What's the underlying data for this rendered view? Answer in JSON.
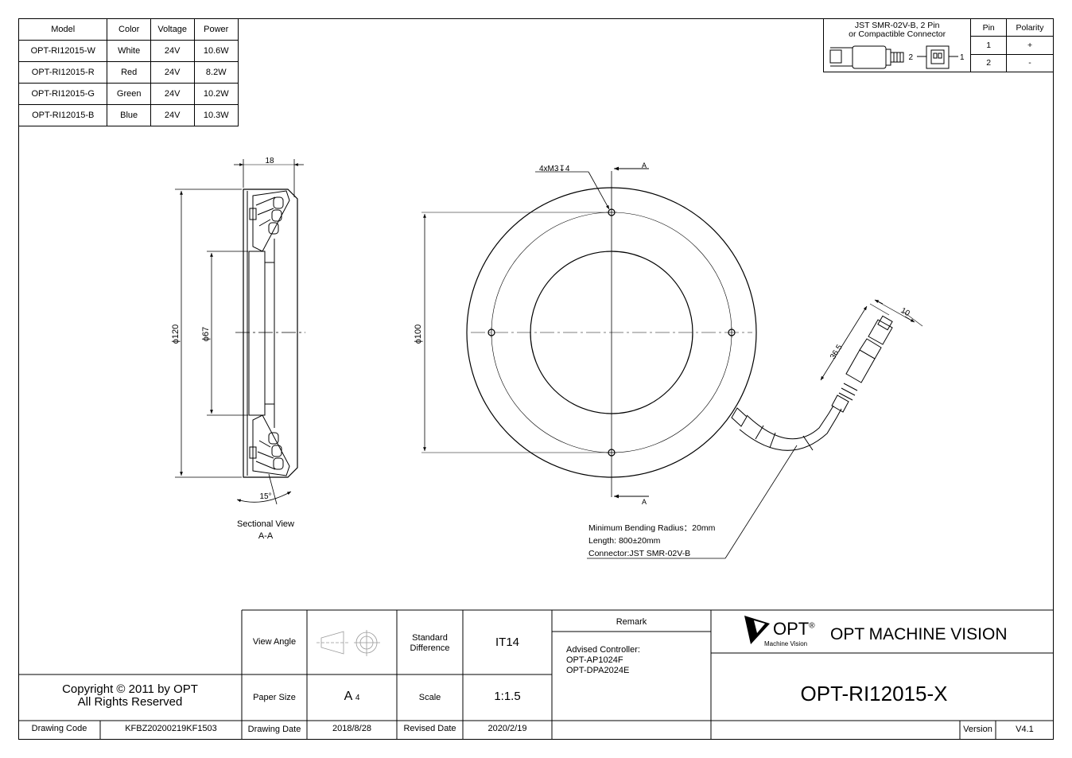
{
  "spec_table": {
    "headers": [
      "Model",
      "Color",
      "Voltage",
      "Power"
    ],
    "rows": [
      [
        "OPT-RI12015-W",
        "White",
        "24V",
        "10.6W"
      ],
      [
        "OPT-RI12015-R",
        "Red",
        "24V",
        "8.2W"
      ],
      [
        "OPT-RI12015-G",
        "Green",
        "24V",
        "10.2W"
      ],
      [
        "OPT-RI12015-B",
        "Blue",
        "24V",
        "10.3W"
      ]
    ]
  },
  "connector_table": {
    "title_line1": "JST SMR-02V-B, 2 Pin",
    "title_line2": "or Compactible Connector",
    "pin_header": "Pin",
    "polarity_header": "Polarity",
    "rows": [
      [
        "1",
        "+"
      ],
      [
        "2",
        "-"
      ]
    ],
    "pin_label_2": "2",
    "pin_label_1": "1"
  },
  "section_view": {
    "dim_width": "18",
    "dim_outer": "ϕ120",
    "dim_inner": "ϕ67",
    "dim_angle": "15°",
    "caption_line1": "Sectional View",
    "caption_line2": "A-A"
  },
  "front_view": {
    "hole_callout": "4xM3↧4",
    "section_mark_top": "A",
    "section_mark_bottom": "A",
    "dim_pcd": "ϕ100",
    "dim_connector_width": "10",
    "dim_connector_length": "36.5",
    "note_line1": "Minimum Bending Radius：20mm",
    "note_line2": "Length: 800±20mm",
    "note_line3": "Connector:JST SMR-02V-B"
  },
  "title_block": {
    "view_angle_label": "View Angle",
    "standard_difference_label": "Standard Difference",
    "standard_difference_value": "IT14",
    "paper_size_label": "Paper Size",
    "paper_size_value": "A",
    "paper_size_sub": "4",
    "scale_label": "Scale",
    "scale_value": "1:1.5",
    "drawing_date_label": "Drawing Date",
    "drawing_date_value": "2018/8/28",
    "revised_date_label": "Revised Date",
    "revised_date_value": "2020/2/19",
    "remark_label": "Remark",
    "remark_line1": "Advised Controller:",
    "remark_line2": "OPT-AP1024F",
    "remark_line3": "OPT-DPA2024E",
    "logo_text": "OPT",
    "logo_reg": "®",
    "logo_sub": "Machine Vision",
    "company_name": "OPT MACHINE VISION",
    "part_number": "OPT-RI12015-X",
    "version_label": "Version",
    "version_value": "V4.1",
    "copyright_line1": "Copyright © 2011 by OPT",
    "copyright_line2": "All Rights Reserved",
    "drawing_code_label": "Drawing Code",
    "drawing_code_value": "KFBZ20200219KF1503"
  }
}
